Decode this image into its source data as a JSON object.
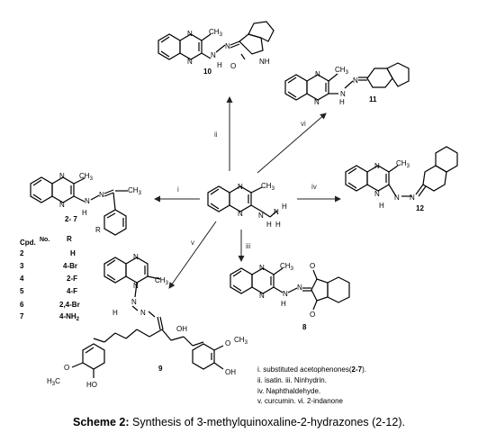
{
  "caption": {
    "label": "Scheme 2:",
    "text": "Synthesis of 3-methylquinoxaline-2-hydrazones (2-12)."
  },
  "atoms": {
    "N": "N",
    "H": "H",
    "O": "O",
    "CH3": "CH",
    "sub3": "3",
    "R": "R",
    "NH": "NH",
    "HO": "HO",
    "OH": "OH",
    "H3C": "H",
    "H3C_tail": "C"
  },
  "compounds": {
    "c10": "10",
    "c11": "11",
    "c12": "12",
    "c8": "8",
    "c9": "9",
    "c2_7": "2- 7"
  },
  "steps": {
    "i": "i",
    "ii": "ii",
    "iii": "iii",
    "iv": "iv",
    "v": "v",
    "vi": "vi"
  },
  "table": {
    "headers": [
      "Cpd.",
      "No.",
      "R"
    ],
    "rows": [
      [
        "2",
        "H"
      ],
      [
        "3",
        "4-Br"
      ],
      [
        "4",
        "2-F"
      ],
      [
        "5",
        "4-F"
      ],
      [
        "6",
        "2,4-Br"
      ],
      [
        "7",
        "4-NH"
      ]
    ],
    "nh2_sub": "2"
  },
  "reagents": [
    "i. substituted acetophenones(",
    "2-7",
    ").",
    "ii. isatin. iii. Ninhydrin.",
    "iv. Naphthaldehyde.",
    "v. curcumin. vi. 2-indanone"
  ]
}
